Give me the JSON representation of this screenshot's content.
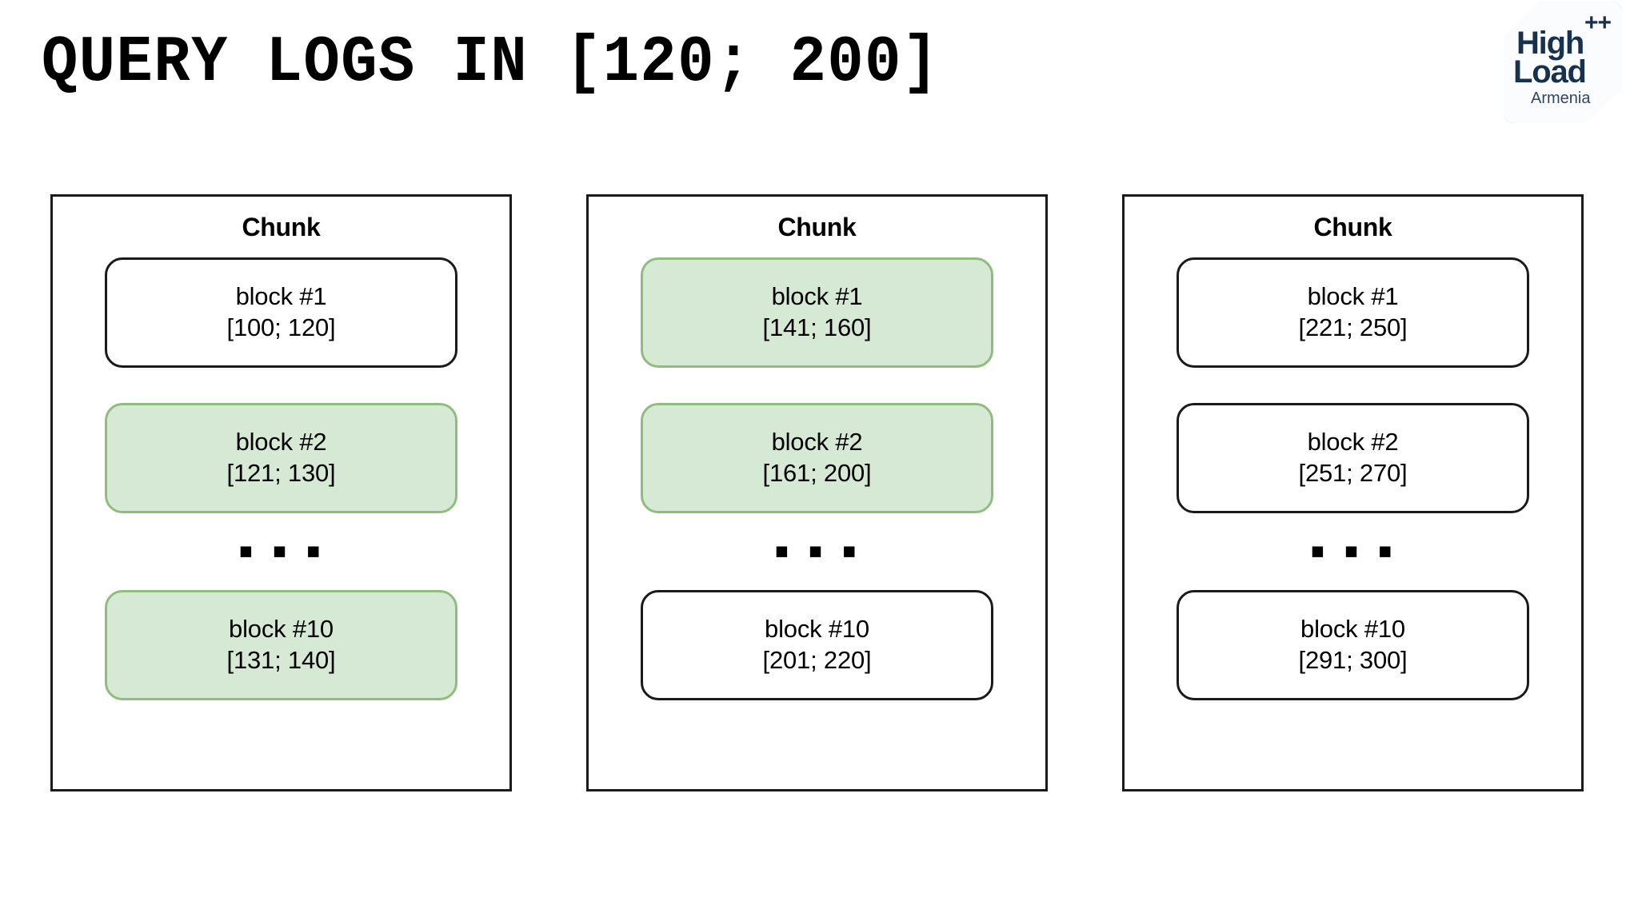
{
  "slide": {
    "title": "QUERY LOGS IN [120; 200]",
    "background_color": "#ffffff"
  },
  "logo": {
    "plus": "++",
    "line1": "High",
    "line2": "Load",
    "line3": "Armenia",
    "color": "#17314f"
  },
  "colors": {
    "highlight_fill": "#d6e9d4",
    "highlight_border": "#8fbd7d",
    "block_border": "#1a1a1a",
    "block_fill": "#ffffff",
    "text": "#000000"
  },
  "ellipsis": "▪ ▪ ▪",
  "chunks": [
    {
      "title": "Chunk",
      "blocks": [
        {
          "name": "block #1",
          "range": "[100; 120]",
          "highlighted": false
        },
        {
          "name": "block #2",
          "range": "[121; 130]",
          "highlighted": true
        },
        {
          "name": "block #10",
          "range": "[131; 140]",
          "highlighted": true
        }
      ]
    },
    {
      "title": "Chunk",
      "blocks": [
        {
          "name": "block #1",
          "range": "[141; 160]",
          "highlighted": true
        },
        {
          "name": "block #2",
          "range": "[161; 200]",
          "highlighted": true
        },
        {
          "name": "block #10",
          "range": "[201; 220]",
          "highlighted": false
        }
      ]
    },
    {
      "title": "Chunk",
      "blocks": [
        {
          "name": "block #1",
          "range": "[221; 250]",
          "highlighted": false
        },
        {
          "name": "block #2",
          "range": "[251; 270]",
          "highlighted": false
        },
        {
          "name": "block #10",
          "range": "[291; 300]",
          "highlighted": false
        }
      ]
    }
  ]
}
